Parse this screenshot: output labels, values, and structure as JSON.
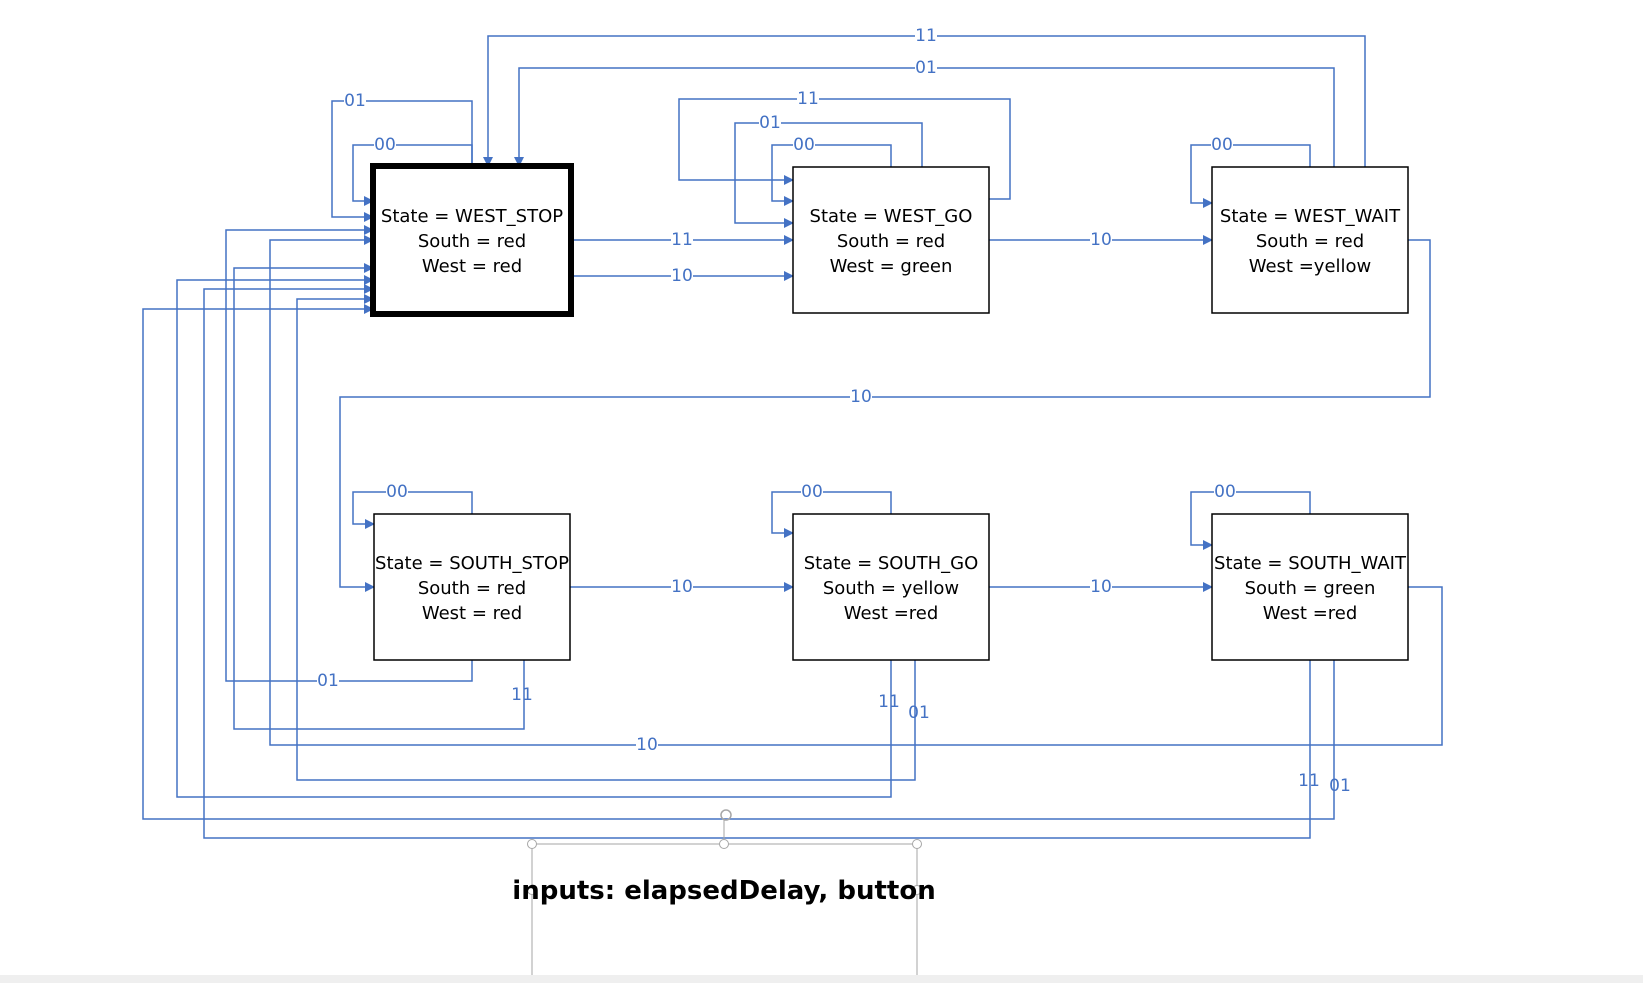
{
  "states": [
    {
      "id": "west_stop",
      "lines": [
        "State = WEST_STOP",
        "South = red",
        "West = red"
      ],
      "initial": true
    },
    {
      "id": "west_go",
      "lines": [
        "State = WEST_GO",
        "South = red",
        "West = green"
      ]
    },
    {
      "id": "west_wait",
      "lines": [
        "State = WEST_WAIT",
        "South = red",
        "West =yellow"
      ]
    },
    {
      "id": "south_stop",
      "lines": [
        "State = SOUTH_STOP",
        "South = red",
        "West = red"
      ]
    },
    {
      "id": "south_go",
      "lines": [
        "State = SOUTH_GO",
        "South = yellow",
        "West =red"
      ]
    },
    {
      "id": "south_wait",
      "lines": [
        "State = SOUTH_WAIT",
        "South = green",
        "West =red"
      ]
    }
  ],
  "transitions": {
    "ws_to_ws_00": "00",
    "ws_to_ws_01": "01",
    "ws_to_wg_11": "11",
    "ws_to_wg_10": "10",
    "wg_to_wg_00": "00",
    "wg_to_wg_01": "01",
    "wg_to_wg_11": "11",
    "wg_to_ww_10": "10",
    "ww_to_ww_00": "00",
    "ww_to_ws_01": "01",
    "ww_to_ws_11": "11",
    "ww_to_ss_10": "10",
    "ss_to_ss_00": "00",
    "ss_to_sg_10": "10",
    "ss_to_ws_01": "01",
    "ss_to_ws_11": "11",
    "sg_to_sg_00": "00",
    "sg_to_sw_10": "10",
    "sg_to_ws_11": "11",
    "sg_to_ws_01": "01",
    "sw_to_sw_00": "00",
    "sw_to_ws_10": "10",
    "sw_to_ws_11": "11",
    "sw_to_ws_01": "01"
  },
  "caption": "inputs: elapsedDelay, button",
  "colors": {
    "edge": "#4472c4",
    "box": "#000000",
    "handle": "#a6a6a6"
  }
}
